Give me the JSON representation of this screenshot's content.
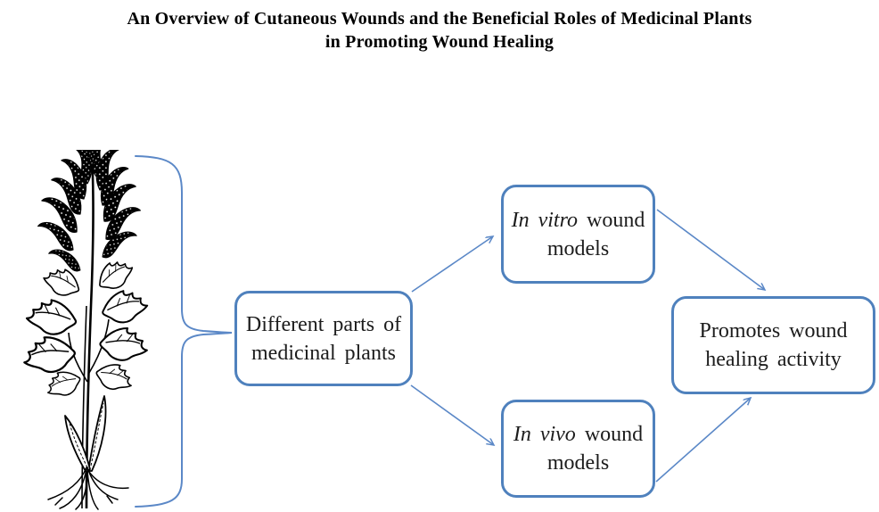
{
  "title": {
    "line1": "An Overview of Cutaneous Wounds and the Beneficial Roles of Medicinal Plants",
    "line2": "in Promoting Wound Healing"
  },
  "flowchart": {
    "source_box": {
      "line1": "Different parts of",
      "line2": "medicinal plants"
    },
    "invitro_box": {
      "emphasis": "In vitro",
      "line1_rest": " wound",
      "line2": "models"
    },
    "invivo_box": {
      "emphasis": "In vivo",
      "line1_rest": " wound",
      "line2": "models"
    },
    "outcome_box": {
      "line1": "Promotes wound",
      "line2": "healing activity"
    }
  },
  "graphics": {
    "plant_illustration": "medicinal-plant-botanical-drawing",
    "brace": "right-curly-brace",
    "arrows": [
      "source-to-invitro-arrow",
      "invitro-to-outcome-arrow",
      "source-to-invivo-arrow",
      "invivo-to-outcome-arrow"
    ]
  },
  "colors": {
    "box_border": "#4f81bd",
    "connector": "#5b88c7",
    "text": "#1c1c1c",
    "title_text": "#000000",
    "background": "#ffffff",
    "plant_ink": "#000000"
  }
}
